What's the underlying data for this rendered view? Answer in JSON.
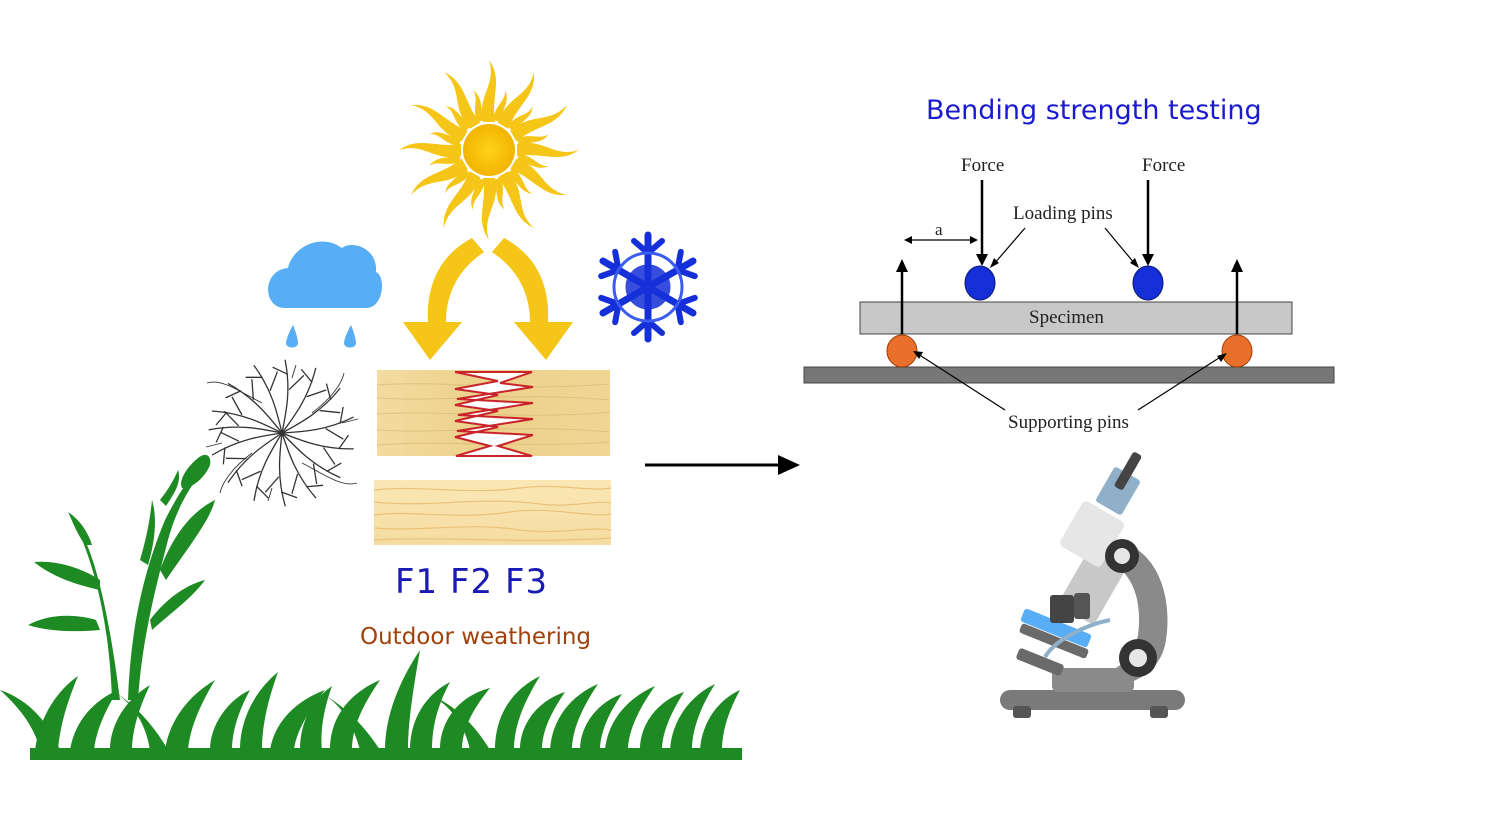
{
  "diagram": {
    "title": "Bending strength testing",
    "samples_label": "F1 F2 F3",
    "process_label": "Outdoor weathering",
    "bending_test": {
      "force_left": "Force",
      "force_right": "Force",
      "loading_pins": "Loading pins",
      "distance_label": "a",
      "specimen": "Specimen",
      "supporting_pins": "Supporting pins"
    },
    "icons": [
      "sun-icon",
      "rain-cloud-icon",
      "snowflake-icon",
      "fungus-icon",
      "plant-icon",
      "grass-icon",
      "wood-plank-icon",
      "microscope-icon"
    ],
    "colors": {
      "title": "#1a1ad0",
      "samples": "#1a1ab5",
      "process": "#a0400a",
      "sun": "#f5c518",
      "rain_cloud": "#58aef5",
      "snowflake": "#1530d8",
      "grass": "#1e8a24",
      "loading_pin": "#1530d8",
      "support_pin": "#e8702a",
      "specimen": "#c8c8c8"
    }
  }
}
